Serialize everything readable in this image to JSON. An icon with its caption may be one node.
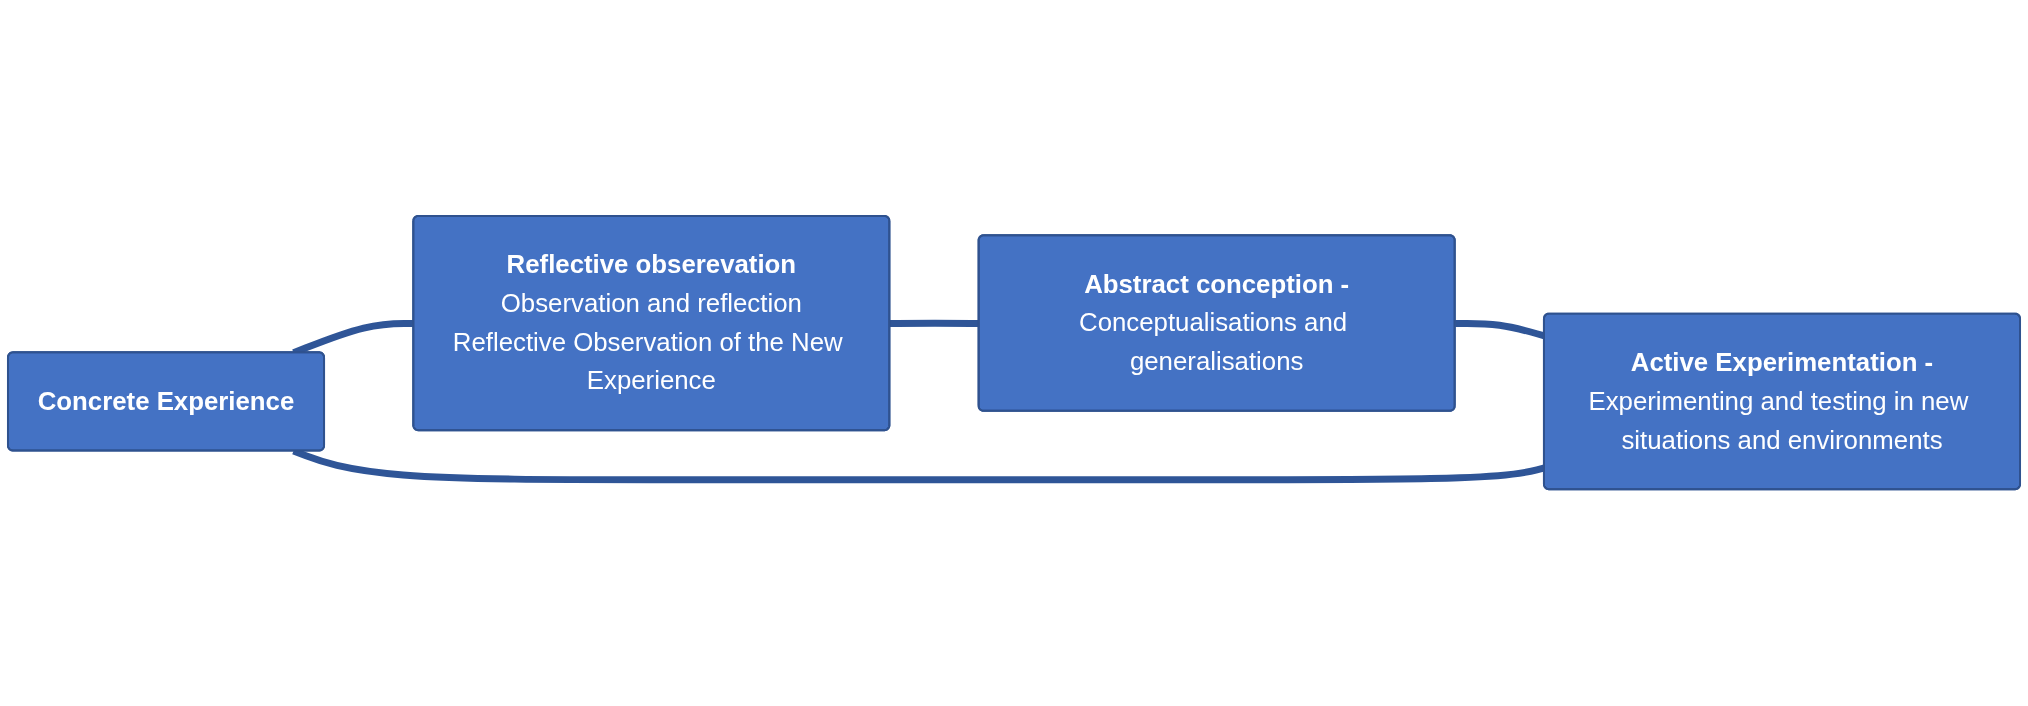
{
  "diagram": {
    "nodes": [
      {
        "text": [
          "Concrete Experience"
        ]
      },
      {
        "text": [
          "Reflective obserevation",
          "Observation and reflection",
          "Reflective Observation of the New Experience"
        ]
      },
      {
        "text": [
          "Abstract conception -",
          "Conceptualisations and generalisations"
        ]
      },
      {
        "text": [
          "Active Experimentation -",
          "Experimenting and testing in new situations and environments"
        ]
      }
    ],
    "edges": [
      {
        "from": 0,
        "to": 1,
        "arrow": "none"
      },
      {
        "from": 1,
        "to": 2,
        "arrow": "none"
      },
      {
        "from": 2,
        "to": 3,
        "arrow": "none"
      },
      {
        "from": 3,
        "to": 0,
        "arrow": "none"
      }
    ]
  }
}
